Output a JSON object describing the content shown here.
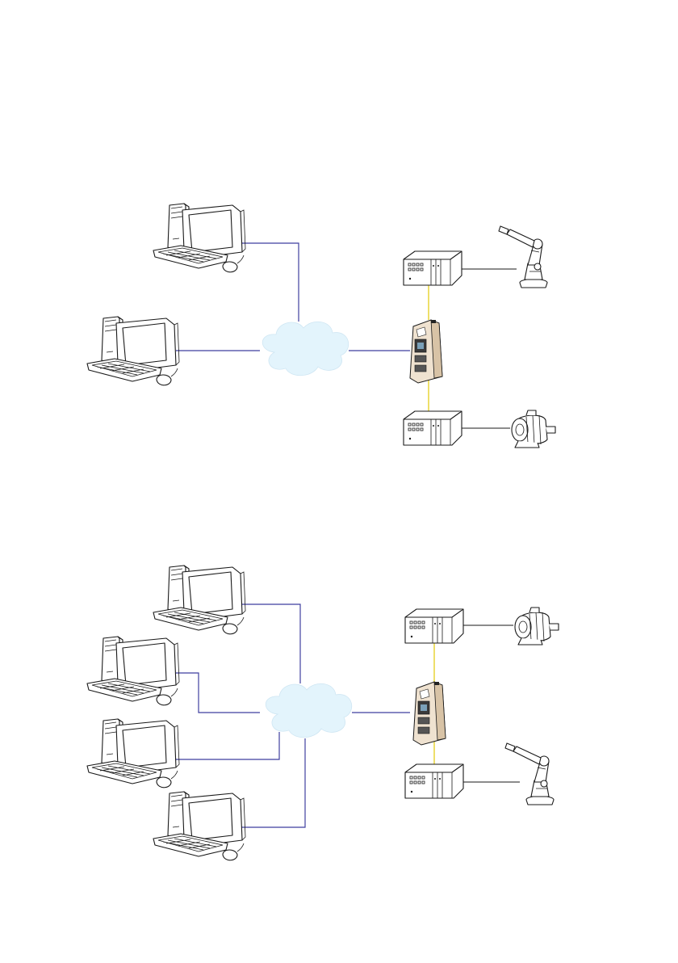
{
  "colors": {
    "ethernet_line": "#3f3f9f",
    "fieldbus_line": "#e6d12a",
    "cloud_fill": "#e3f4fc",
    "gateway_body": "#efe2d0",
    "gateway_shade": "#d8c3a6",
    "outline": "#1a1a1a"
  },
  "icons": {
    "computer": "desktop-computer-icon",
    "network": "network-cloud-icon",
    "gateway": "protocol-gateway-icon",
    "controller": "controller-module-icon",
    "robot": "industrial-robot-arm-icon",
    "motor": "electric-motor-icon"
  },
  "diagrams": [
    {
      "name": "top-diagram",
      "computers": 2,
      "upper_device": "robot",
      "lower_device": "motor"
    },
    {
      "name": "bottom-diagram",
      "computers": 4,
      "upper_device": "motor",
      "lower_device": "robot"
    }
  ]
}
